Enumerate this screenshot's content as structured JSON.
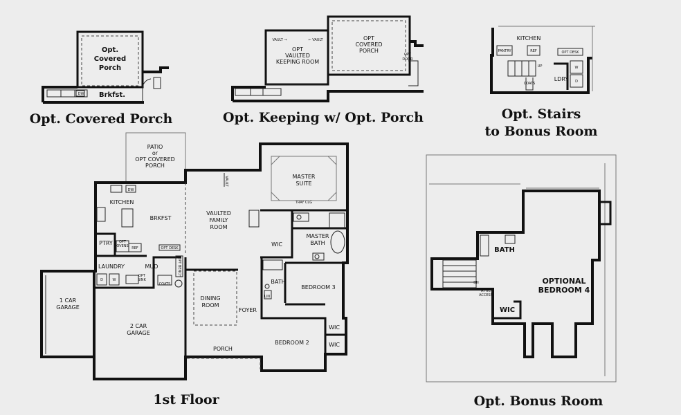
{
  "captions": {
    "covered_porch": "Opt. Covered Porch",
    "keeping_porch": "Opt. Keeping w/ Opt. Porch",
    "stairs_bonus": [
      "Opt. Stairs",
      "to Bonus Room"
    ],
    "first_floor": "1st Floor",
    "bonus_room": "Opt. Bonus Room"
  },
  "covered_porch_opt": {
    "porch": [
      "Opt.",
      "Covered",
      "Porch"
    ],
    "brkfst": "Brkfst.",
    "dw": "DW"
  },
  "keeping_opt": {
    "keeping": [
      "OPT",
      "VAULTED",
      "KEEPING ROOM"
    ],
    "vault_left": "VAULT →",
    "vault_right": "← VAULT",
    "porch": [
      "OPT",
      "COVERED",
      "PORCH"
    ],
    "door": [
      "OPT",
      "DOOR"
    ]
  },
  "stairs_opt": {
    "kitchen": "KITCHEN",
    "pantry": "PANTRY",
    "ref": "REF",
    "opt_desk": "OPT DESK",
    "up": "UP",
    "ldry": "LDRY",
    "w": "W",
    "d": "D",
    "coats": "COATS"
  },
  "first_floor": {
    "patio": [
      "PATIO",
      "or",
      "OPT COVERED",
      "PORCH"
    ],
    "kitchen": "KITCHEN",
    "brkfst": "BRKFST",
    "ptry": "PTRY",
    "opt_oven": [
      "OPT",
      "OVENS"
    ],
    "ref": "REF",
    "opt_desk": "OPT DESK",
    "dw": "DW",
    "vaulted_family": [
      "VAULTED",
      "FAMILY",
      "ROOM"
    ],
    "vault": "VAULT",
    "master_suite": [
      "MASTER",
      "SUITE"
    ],
    "tray_clg": "TRAY CLG",
    "wic": "WIC",
    "master_bath": [
      "MASTER",
      "BATH"
    ],
    "laundry": "LAUNDRY",
    "mud": "MUD",
    "opt_bench": "OPT BENCH",
    "coats": "COATS",
    "opt_sink": [
      "OPT",
      "SINK"
    ],
    "d": "D",
    "w": "W",
    "car1": [
      "1 CAR",
      "GARAGE"
    ],
    "car2": [
      "2 CAR",
      "GARAGE"
    ],
    "dining": [
      "DINING",
      "ROOM"
    ],
    "foyer": "FOYER",
    "bath": "BATH",
    "lin": "LIN",
    "bedroom3": "BEDROOM 3",
    "bedroom2": "BEDROOM 2",
    "wic_b3": "WIC",
    "wic_b2": "WIC",
    "porch": "PORCH"
  },
  "bonus": {
    "bath": "BATH",
    "bedroom4": [
      "OPTIONAL",
      "BEDROOM 4"
    ],
    "wic": "WIC",
    "dn": "DN",
    "attic": [
      "ATTIC",
      "ACCESS"
    ]
  }
}
